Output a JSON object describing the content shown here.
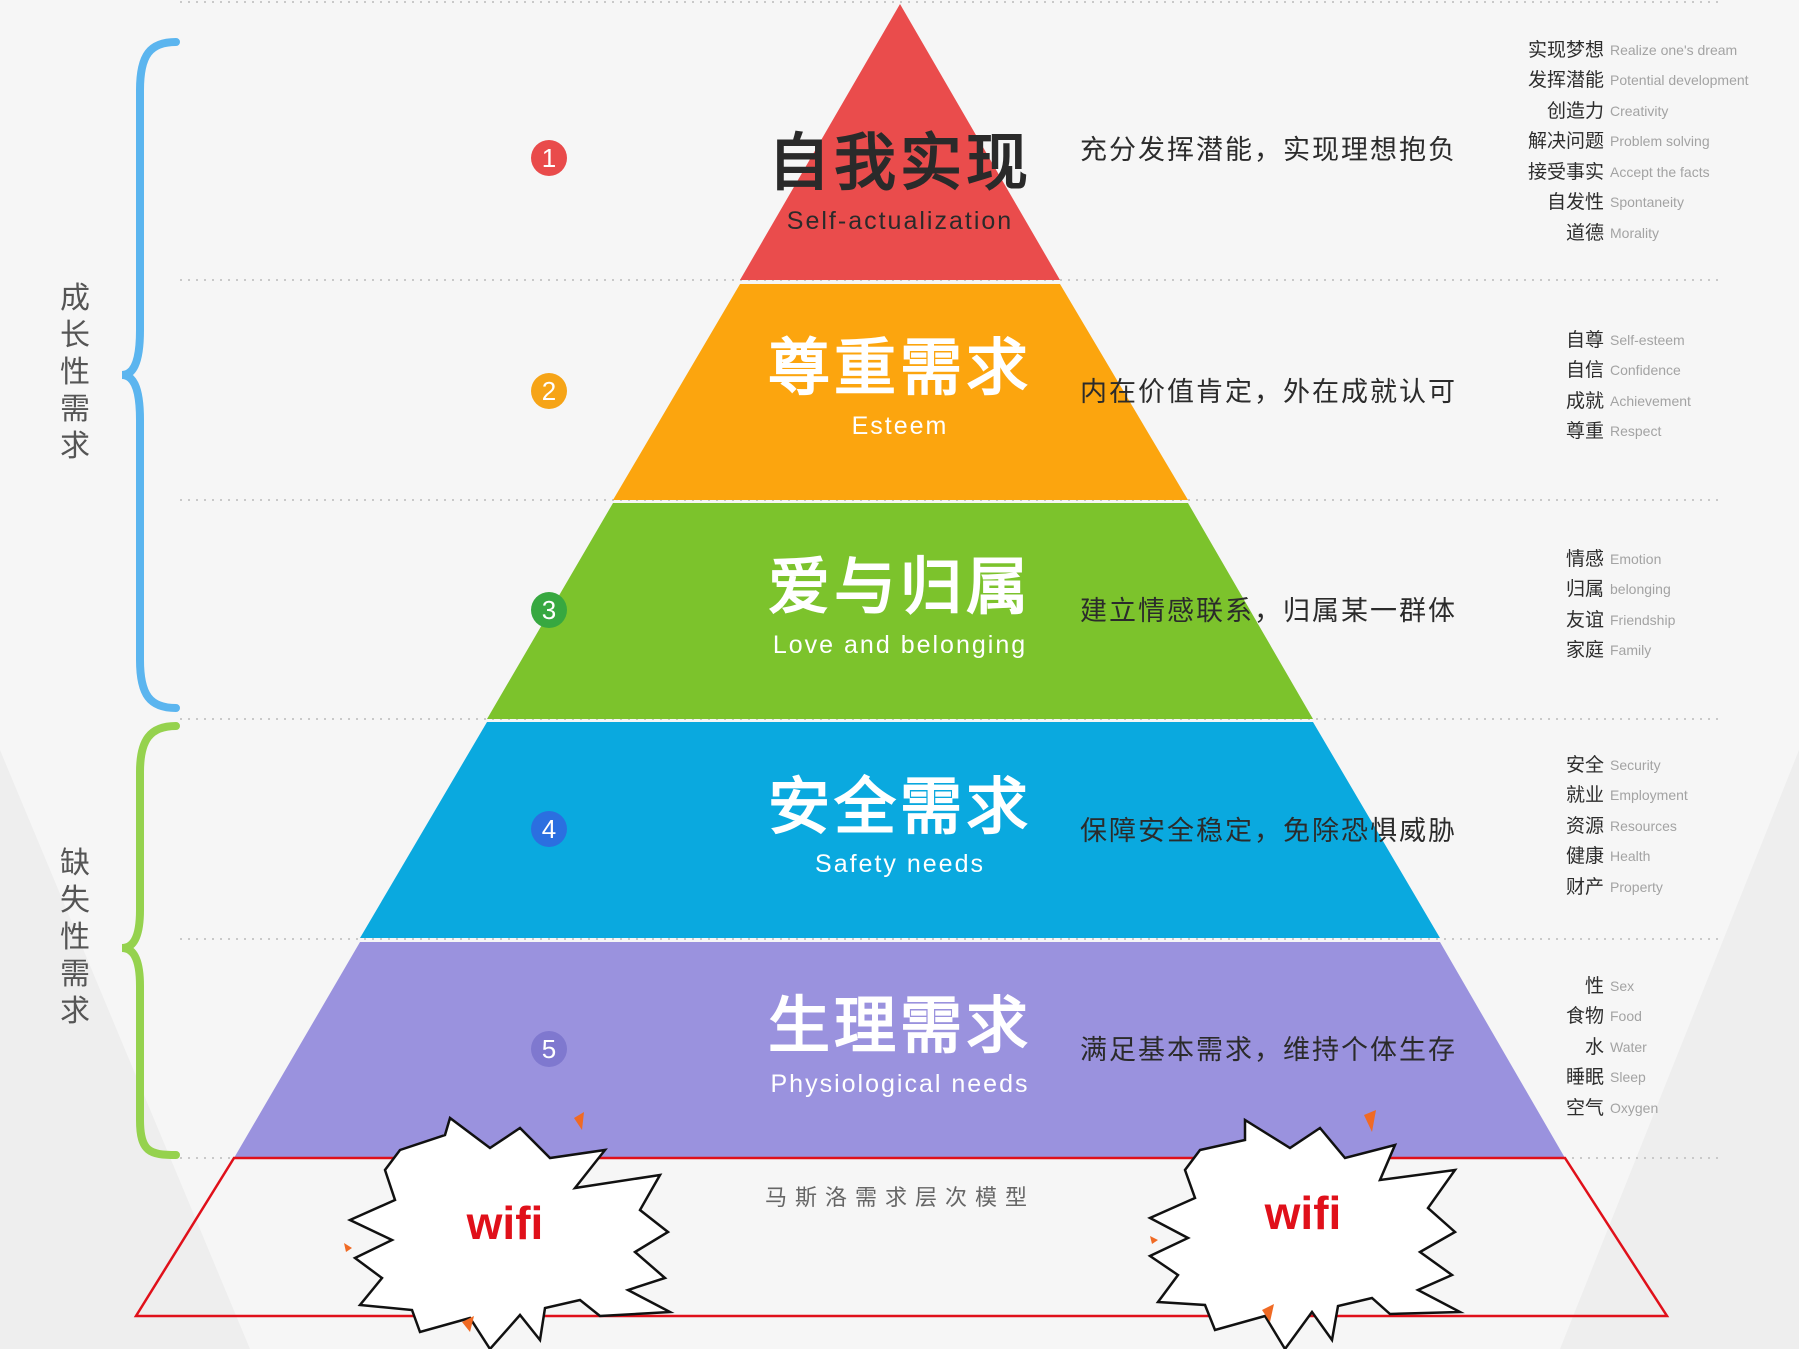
{
  "levels": [
    {
      "number": "1",
      "zh": "自我实现",
      "en": "Self-actualization",
      "description": "充分发挥潜能，实现理想抱负",
      "color": "#ea4c4c",
      "text_color": "#2a2a2a",
      "keywords": [
        {
          "zh": "实现梦想",
          "en": "Realize one's dream"
        },
        {
          "zh": "发挥潜能",
          "en": "Potential development"
        },
        {
          "zh": "创造力",
          "en": "Creativity"
        },
        {
          "zh": "解决问题",
          "en": "Problem solving"
        },
        {
          "zh": "接受事实",
          "en": "Accept the facts"
        },
        {
          "zh": "自发性",
          "en": "Spontaneity"
        },
        {
          "zh": "道德",
          "en": "Morality"
        }
      ]
    },
    {
      "number": "2",
      "zh": "尊重需求",
      "en": "Esteem",
      "description": "内在价值肯定，外在成就认可",
      "color": "#fca50e",
      "text_color": "#ffffff",
      "keywords": [
        {
          "zh": "自尊",
          "en": "Self-esteem"
        },
        {
          "zh": "自信",
          "en": "Confidence"
        },
        {
          "zh": "成就",
          "en": "Achievement"
        },
        {
          "zh": "尊重",
          "en": "Respect"
        }
      ]
    },
    {
      "number": "3",
      "zh": "爱与归属",
      "en": "Love and belonging",
      "description": "建立情感联系，归属某一群体",
      "color": "#7cc32c",
      "text_color": "#ffffff",
      "keywords": [
        {
          "zh": "情感",
          "en": "Emotion"
        },
        {
          "zh": "归属",
          "en": "belonging"
        },
        {
          "zh": "友谊",
          "en": "Friendship"
        },
        {
          "zh": "家庭",
          "en": "Family"
        }
      ]
    },
    {
      "number": "4",
      "zh": "安全需求",
      "en": "Safety needs",
      "description": "保障安全稳定，免除恐惧威胁",
      "color": "#0aa9df",
      "text_color": "#ffffff",
      "keywords": [
        {
          "zh": "安全",
          "en": "Security"
        },
        {
          "zh": "就业",
          "en": "Employment"
        },
        {
          "zh": "资源",
          "en": "Resources"
        },
        {
          "zh": "健康",
          "en": "Health"
        },
        {
          "zh": "财产",
          "en": "Property"
        }
      ]
    },
    {
      "number": "5",
      "zh": "生理需求",
      "en": "Physiological needs",
      "description": "满足基本需求，维持个体生存",
      "color": "#9a92de",
      "text_color": "#ffffff",
      "keywords": [
        {
          "zh": "性",
          "en": "Sex"
        },
        {
          "zh": "食物",
          "en": "Food"
        },
        {
          "zh": "水",
          "en": "Water"
        },
        {
          "zh": "睡眠",
          "en": "Sleep"
        },
        {
          "zh": "空气",
          "en": "Oxygen"
        }
      ]
    }
  ],
  "number_colors": [
    "#e94b4b",
    "#f6a417",
    "#37a840",
    "#2b6fe0",
    "#7f78cf"
  ],
  "groups": {
    "growth": {
      "label": "成长性需求",
      "color": "#5bb5ef"
    },
    "deficiency": {
      "label": "缺失性需求",
      "color": "#95d24e"
    }
  },
  "footer_caption": "马斯洛需求层次模型",
  "wifi_labels": [
    "wifi",
    "wifi"
  ],
  "overlay_color": "#e0101a"
}
